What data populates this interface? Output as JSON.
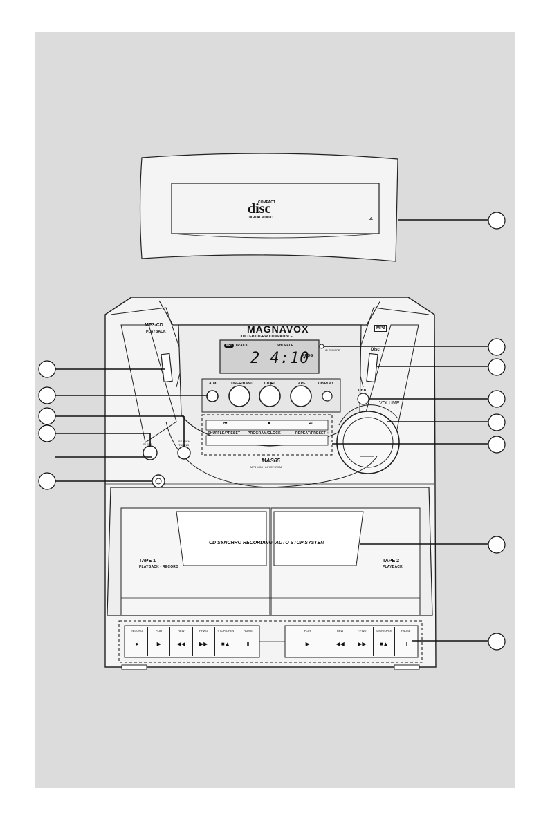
{
  "cd_logo": {
    "line1": "COMPACT",
    "line2": "disc",
    "line3": "DIGITAL AUDIO"
  },
  "eject_symbol": "≜",
  "front_panel": {
    "brand": "MAGNAVOX",
    "compat": "CD/CD-R/CD-RW COMPATIBLE",
    "mp3_badge": "MP3",
    "mp3cd": "MP3-CD",
    "playback": "PLAYBACK",
    "display_track": "TRACK",
    "display_shuffle": "SHUFFLE",
    "display_mp3": "MP3",
    "display_digits": "2 4:10",
    "display_prog": "PROG",
    "ir_sensor": "iR SENSOR",
    "disc_label": "Disc",
    "buttons": {
      "aux": "AUX",
      "tuner": "TUNER/BAND",
      "cd": "CD/▶II",
      "tape": "TAPE",
      "display": "DISPLAY"
    },
    "dbb": "DBB",
    "volume": "VOLUME",
    "sleep": "SLEEP",
    "search": "SEARCH TUNING",
    "nav": {
      "prev": "⏮",
      "stop": "■",
      "next": "⏭"
    },
    "shuffle_preset": "SHUFFLE/PRESET −",
    "program_clock": "PROGRAM/CLOCK",
    "repeat_preset": "REPEAT/PRESET +",
    "model": "MAS65",
    "model_sub": "MP3 MINI HI-FI SYSTEM"
  },
  "tape_deck": {
    "sync": "CD SYNCHRO RECORDING",
    "autostop": "AUTO STOP SYSTEM",
    "tape1": "TAPE 1",
    "tape1_sub": "PLAYBACK • RECORD",
    "tape2": "TAPE 2",
    "tape2_sub": "PLAYBACK"
  },
  "deck1_keys": [
    {
      "label": "RECORD",
      "symbol": "●"
    },
    {
      "label": "PLAY",
      "symbol": "▶"
    },
    {
      "label": "REW",
      "symbol": "◀◀"
    },
    {
      "label": "F.FWD",
      "symbol": "▶▶"
    },
    {
      "label": "STOP•OPEN",
      "symbol": "■▲"
    },
    {
      "label": "PAUSE",
      "symbol": "II"
    }
  ],
  "deck2_keys": [
    {
      "label": "PLAY",
      "symbol": "▶"
    },
    {
      "label": "REW",
      "symbol": "◀◀"
    },
    {
      "label": "F.FWD",
      "symbol": "▶▶"
    },
    {
      "label": "STOP•OPEN",
      "symbol": "■▲"
    },
    {
      "label": "PAUSE",
      "symbol": "II"
    }
  ],
  "colors": {
    "page_bg": "#dcdcdc",
    "device": "#f4f4f4",
    "stroke": "#111111",
    "callout": "#ffffff"
  }
}
